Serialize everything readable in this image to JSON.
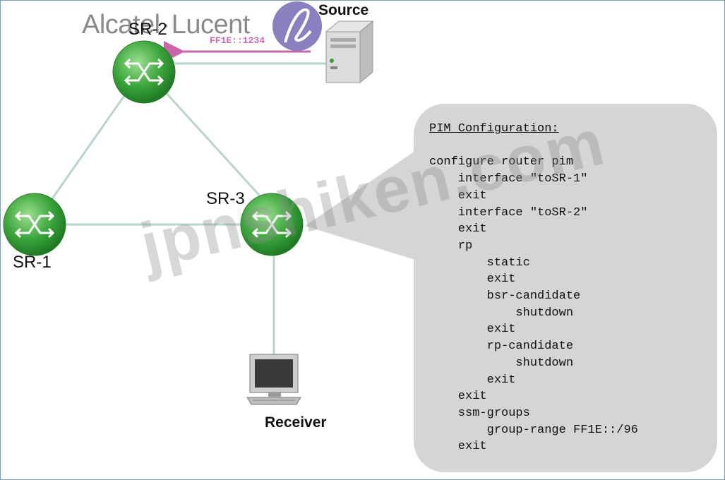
{
  "brand": {
    "name_left": "Alcatel",
    "separator": "·",
    "name_right": "Lucent"
  },
  "nodes": {
    "sr1": "SR-1",
    "sr2": "SR-2",
    "sr3": "SR-3",
    "source": "Source",
    "receiver": "Receiver"
  },
  "group_address": "FF1E::1234",
  "watermark": "jpnshiken.com",
  "config": {
    "title": "PIM Configuration:",
    "lines": [
      "",
      "configure router pim",
      "    interface \"toSR-1\"",
      "    exit",
      "    interface \"toSR-2\"",
      "    exit",
      "    rp",
      "        static",
      "        exit",
      "        bsr-candidate",
      "            shutdown",
      "        exit",
      "        rp-candidate",
      "            shutdown",
      "        exit",
      "    exit",
      "    ssm-groups",
      "        group-range FF1E::/96",
      "    exit"
    ]
  },
  "colors": {
    "router_green": "#3aa53a",
    "link": "#b8d4cf",
    "arrow": "#cc66aa",
    "callout": "#d5d5d5",
    "logo": "#8a7fbf"
  }
}
